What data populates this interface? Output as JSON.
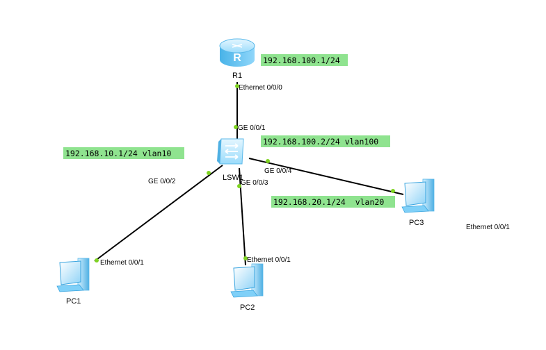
{
  "colors": {
    "ip_box": "#8fe38f",
    "port_dot": "#7ed321",
    "device_light": "#c9ecff",
    "device_mid": "#7fd0f8",
    "device_dark": "#3aa5df"
  },
  "devices": {
    "r1": {
      "name": "R1",
      "icon": "router-icon"
    },
    "lsw1": {
      "name": "LSW1",
      "icon": "switch-icon"
    },
    "pc1": {
      "name": "PC1",
      "icon": "pc-icon"
    },
    "pc2": {
      "name": "PC2",
      "icon": "pc-icon"
    },
    "pc3": {
      "name": "PC3",
      "icon": "pc-icon"
    }
  },
  "ports": {
    "r1_eth": "Ethernet 0/0/0",
    "sw_ge1": "GE 0/0/1",
    "sw_ge2": "GE 0/0/2",
    "sw_ge3": "GE 0/0/3",
    "sw_ge4": "GE 0/0/4",
    "pc1_eth": "Ethernet 0/0/1",
    "pc2_eth": "Ethernet 0/0/1",
    "pc3_eth": "Ethernet 0/0/1"
  },
  "ip_labels": {
    "r1": "192.168.100.1/24",
    "sw": "192.168.100.2/24 vlan100",
    "pc1": "192.168.10.1/24 vlan10",
    "pc3": "192.168.20.1/24  vlan20"
  }
}
